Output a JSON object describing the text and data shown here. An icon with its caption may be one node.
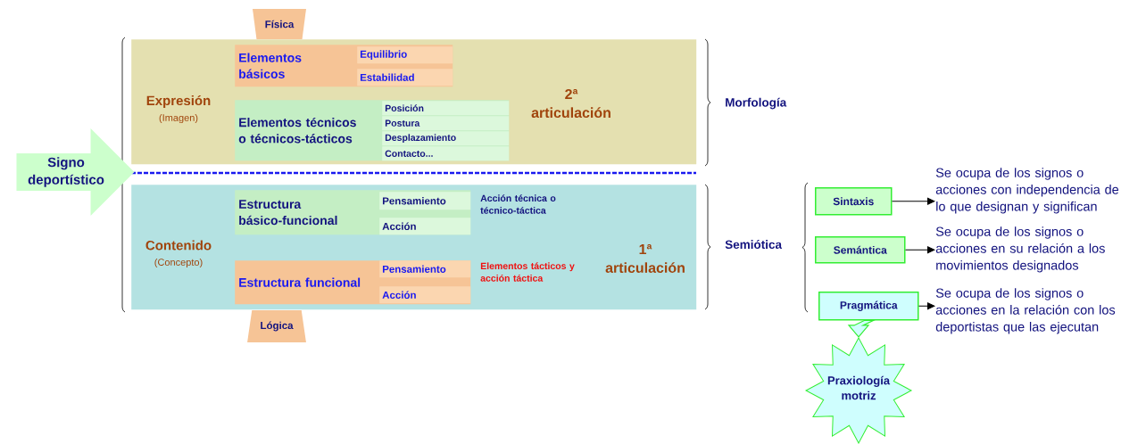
{
  "diagram": {
    "nodes": [
      {
        "text": [
          "Signo deportístico"
        ]
      },
      {
        "text": [
          "Física"
        ]
      },
      {
        "text": [
          "Expresión",
          "(Imagen)",
          "2ª articulación"
        ]
      },
      {
        "text": [
          "Elementos básicos"
        ],
        "in": 2
      },
      {
        "text": [
          "Equilibrio"
        ],
        "in": 3
      },
      {
        "text": [
          "Estabilidad"
        ],
        "in": 3
      },
      {
        "text": [
          "Elementos técnicos o técnicos-tácticos"
        ],
        "in": 2
      },
      {
        "text": [
          "Posición"
        ],
        "in": 6
      },
      {
        "text": [
          "Postura"
        ],
        "in": 6
      },
      {
        "text": [
          "Desplazamiento"
        ],
        "in": 6
      },
      {
        "text": [
          "Contacto..."
        ],
        "in": 6
      },
      {
        "text": [
          "Contenido",
          "(Concepto)",
          "1ª articulación"
        ]
      },
      {
        "text": [
          "Estructura básico-funcional"
        ],
        "in": 11
      },
      {
        "text": [
          "Pensamiento"
        ],
        "in": 12
      },
      {
        "text": [
          "Acción"
        ],
        "in": 12
      },
      {
        "text": [
          "Estructura funcional"
        ],
        "in": 11
      },
      {
        "text": [
          "Pensamiento"
        ],
        "in": 15
      },
      {
        "text": [
          "Acción"
        ],
        "in": 15
      },
      {
        "text": [
          "Lógica"
        ]
      },
      {
        "text": [
          "Sintaxis"
        ]
      },
      {
        "text": [
          "Semántica"
        ]
      },
      {
        "text": [
          "Pragmática"
        ]
      },
      {
        "text": [
          "Se ocupa de los signos o acciones con independencia de lo que designan y significan"
        ]
      },
      {
        "text": [
          "Se ocupa de los signos o acciones en su relación a los movimientos designados"
        ]
      },
      {
        "text": [
          "Se ocupa de los signos o acciones en la relación con los deportistas que las ejecutan"
        ]
      },
      {
        "text": [
          "Praxiología motriz"
        ]
      }
    ],
    "edges": [
      {
        "from": 19,
        "to": 22,
        "arrow": "to"
      },
      {
        "from": 20,
        "to": 23,
        "arrow": "to"
      },
      {
        "from": 21,
        "to": 24,
        "arrow": "to"
      },
      {
        "from": 21,
        "to": 25,
        "arrow": "to",
        "style": "thick",
        "color": "#33ee33"
      }
    ],
    "labels": [
      "Acción técnica o técnico-táctica",
      "Elementos tácticos y acción táctica",
      "Morfología",
      "Semiótica"
    ]
  }
}
